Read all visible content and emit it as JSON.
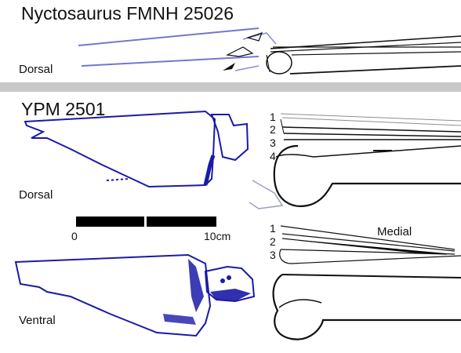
{
  "top_title": "Nyctosaurus FMNH 25026",
  "top_view_label": "Dorsal",
  "ypm_title": "YPM 2501",
  "dorsal_label": "Dorsal",
  "ventral_label": "Ventral",
  "scale": {
    "start": "0",
    "end": "10cm"
  },
  "digits_upper": [
    "1",
    "2",
    "3",
    "4"
  ],
  "digits_lower": [
    "1",
    "2",
    "3"
  ],
  "medial_label": "Medial",
  "colors": {
    "bone_blue": "#1a1aa8",
    "outline": "#111111",
    "divider": "#c9c9c9",
    "faint": "#b8b8c8"
  }
}
